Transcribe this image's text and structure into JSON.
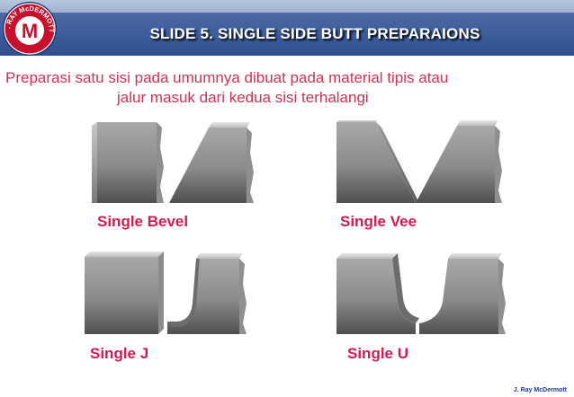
{
  "slide": {
    "title": "SLIDE 5. SINGLE SIDE BUTT PREPARAIONS",
    "subtitle_line1": "Preparasi satu sisi pada umumnya dibuat pada material tipis atau",
    "subtitle_line2": "jalur masuk dari kedua sisi terhalangi",
    "footer": "J. Ray McDermott"
  },
  "logo": {
    "ring_text": "J. RAY McDERMOTT",
    "letter": "M"
  },
  "figures": [
    {
      "label_a": "Single",
      "label_b": "Bevel"
    },
    {
      "label_a": "Single",
      "label_b": "Vee"
    },
    {
      "label_a": "Single",
      "label_b": "J"
    },
    {
      "label_a": "Single",
      "label_b": "U"
    }
  ],
  "colors": {
    "accent_red": "#d7194e",
    "title_bar": "#3a5a9a"
  }
}
